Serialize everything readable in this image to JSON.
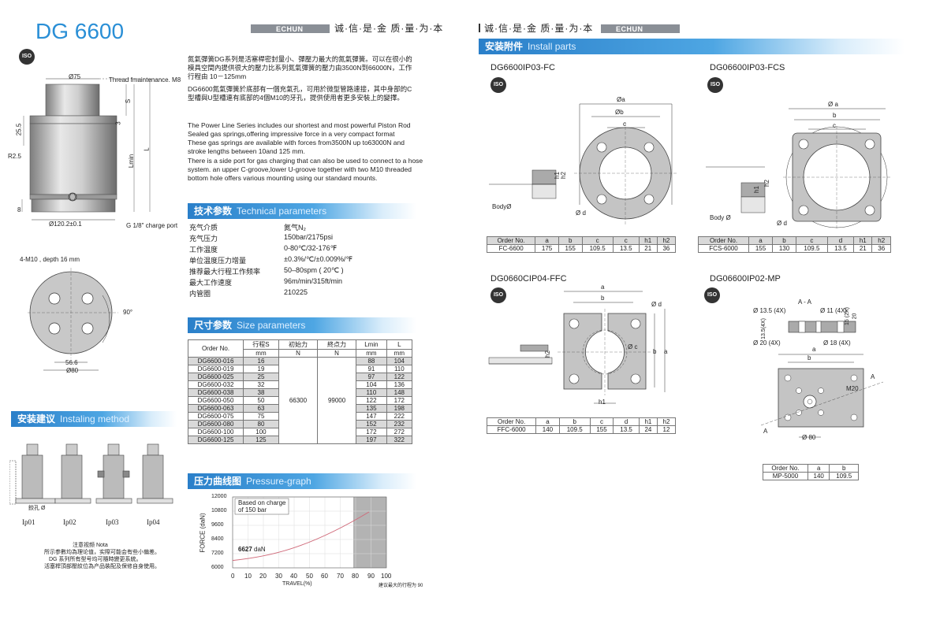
{
  "left": {
    "title": "DG 6600",
    "brand": "ECHUN",
    "slogan": "诚·信·是·金  质·量·为·本",
    "iso_label": "ISO",
    "drawing": {
      "d75": "Ø75",
      "thread_label": "Thread fmaintenance. M8",
      "s_label": "S",
      "dim_255": "25.5",
      "dim_3": "3",
      "r25": "R2.5",
      "lmin": "Lmin",
      "l": "L",
      "dim_8": "8",
      "d120": "Ø120.2±0.1",
      "charge_port": "G 1/8\" charge port",
      "m10": "4-M10 , depth 16 mm",
      "angle": "90°",
      "d566": "56.6",
      "d80": "Ø80"
    },
    "description": {
      "zh1": "氮氣彈簧DG系列是活塞桿密封量小、彈壓力最大的氮氣彈簧。可以在很小的模具空間內提供很大的壓力比系列氮氣彈簧的壓力由3500N到66000N，工作行程由 10－125mm",
      "zh2": "DG6600氮氣彈簧於底部有一個充氣孔，可用於微型管路連接，其中身部的C型槽與U型槽連有底部的4個M10的牙孔，提供使用者更多安裝上的變擇。",
      "en1": "The Power Line Series includes our shortest and most powerful Piston Rod Sealed gas springs,offering impressive force in a very compact format",
      "en2": "These gas springs are available with forces from3500N up to63000N and stroke lengths between 10and 125 mm.",
      "en3": "There is a side port for gas charging that can also be used to connect to a hose system. an upper C-groove,lower U-groove together with two M10 threaded bottom hole offers various mounting using our standard mounts."
    },
    "install": {
      "banner_zh": "安装建议",
      "banner_en": "Instaling method",
      "labels": [
        "Ip01",
        "Ip02",
        "Ip03",
        "Ip04"
      ],
      "hole_label": "鉸孔 Ø",
      "note_title": "注意视频 Nota",
      "note1": "所示参數均為理论值，实際可能会有些小偏差。",
      "note2": "DG 系列所有型号均可隨時變更系統。",
      "note3": "活塞桿頂部壓紋位為产品裝配及保修自身使用。"
    },
    "tech": {
      "banner_zh": "技术参数",
      "banner_en": "Technical parameters",
      "rows": [
        {
          "k": "充气介质",
          "v": "氮气N₂"
        },
        {
          "k": "充气压力",
          "v": "150bar/2175psi"
        },
        {
          "k": "工作温度",
          "v": "0-80℃/32-176℉"
        },
        {
          "k": "单位温度压力增量",
          "v": "±0.3%/℃/±0.009%/℉"
        },
        {
          "k": "推荐最大行程工作频率",
          "v": "50–80spm ( 20℃ )"
        },
        {
          "k": "最大工作速度",
          "v": "96m/min/315ft/min"
        },
        {
          "k": "内管圈",
          "v": "210225"
        }
      ]
    },
    "size": {
      "banner_zh": "尺寸参数",
      "banner_en": "Size parameters",
      "headers": [
        "Order No.",
        "行程S",
        "初始力",
        "終点力",
        "Lmin",
        "L"
      ],
      "units": [
        "mm",
        "N",
        "N",
        "mm",
        "mm"
      ],
      "initial_force": "66300",
      "end_force": "99000",
      "rows": [
        [
          "DG6600-016",
          "16",
          "88",
          "104"
        ],
        [
          "DG6600-019",
          "19",
          "91",
          "110"
        ],
        [
          "DG6600-025",
          "25",
          "97",
          "122"
        ],
        [
          "DG6600-032",
          "32",
          "104",
          "136"
        ],
        [
          "DG6600-038",
          "38",
          "110",
          "148"
        ],
        [
          "DG6600-050",
          "50",
          "122",
          "172"
        ],
        [
          "DG6600-063",
          "63",
          "135",
          "198"
        ],
        [
          "DG6600-075",
          "75",
          "147",
          "222"
        ],
        [
          "DG6600-080",
          "80",
          "152",
          "232"
        ],
        [
          "DG6600-100",
          "100",
          "172",
          "272"
        ],
        [
          "DG6600-125",
          "125",
          "197",
          "322"
        ]
      ]
    },
    "pressure": {
      "banner_zh": "压力曲线图",
      "banner_en": "Pressure-graph",
      "note_line1": "Based on charge",
      "note_line2": "of 150 bar",
      "start_label": "6627",
      "start_unit": "daN",
      "ylabel": "FORCE (daN)",
      "xlabel": "TRAVEL(%)",
      "shade_note": "建议最大的行程为 90",
      "y_ticks": [
        "12000",
        "10800",
        "9600",
        "8400",
        "7200",
        "6000"
      ],
      "x_ticks": [
        "0",
        "10",
        "20",
        "30",
        "40",
        "50",
        "60",
        "70",
        "80",
        "90",
        "100"
      ]
    }
  },
  "right": {
    "slogan": "诚·信·是·金  质·量·为·本",
    "brand": "ECHUN",
    "banner_zh": "安装附件",
    "banner_en": "Install parts",
    "fc": {
      "title": "DG6600IP03-FC",
      "labels": {
        "a": "Øa",
        "b": "Øb",
        "c": "c",
        "d": "Ø d",
        "h1": "h1",
        "h2": "h2",
        "body": "BodyØ"
      },
      "headers": [
        "Order No.",
        "a",
        "b",
        "c",
        "c",
        "h1",
        "h2"
      ],
      "row": [
        "FC-6600",
        "175",
        "155",
        "109.5",
        "13.5",
        "21",
        "36"
      ]
    },
    "fcs": {
      "title": "DG06600IP03-FCS",
      "labels": {
        "a": "Ø a",
        "b": "b",
        "c": "c",
        "d": "Ø d",
        "h1": "h1",
        "h2": "h2",
        "body": "Body Ø"
      },
      "headers": [
        "Order No.",
        "a",
        "b",
        "c",
        "d",
        "h1",
        "h2"
      ],
      "row": [
        "FCS-6000",
        "155",
        "130",
        "109.5",
        "13.5",
        "21",
        "36"
      ]
    },
    "ffc": {
      "title": "DG0660CIP04-FFC",
      "labels": {
        "a": "a",
        "b": "b",
        "c": "Ø c",
        "d": "Ø d",
        "h1": "h1",
        "h2": "h2",
        "side_a": "a",
        "side_b": "b"
      },
      "headers": [
        "Order No.",
        "a",
        "b",
        "c",
        "d",
        "h1",
        "h2"
      ],
      "row": [
        "FFC-6000",
        "140",
        "109.5",
        "155",
        "13.5",
        "24",
        "12"
      ]
    },
    "mp": {
      "title": "DG06600IP02-MP",
      "section": "A - A",
      "labels": {
        "d135": "Ø 13.5 (4X)",
        "d11": "Ø 11 (4X)",
        "d20": "Ø 20 (4X)",
        "d18": "Ø 18 (4X)",
        "h15": "15 (2X)",
        "h20": "20",
        "h35": "13.5(4X)",
        "m20": "M20",
        "d80": "Ø 80",
        "a": "a",
        "b": "b",
        "cut": "A"
      },
      "headers": [
        "Order No.",
        "a",
        "b"
      ],
      "row": [
        "MP-5000",
        "140",
        "109.5"
      ]
    }
  }
}
